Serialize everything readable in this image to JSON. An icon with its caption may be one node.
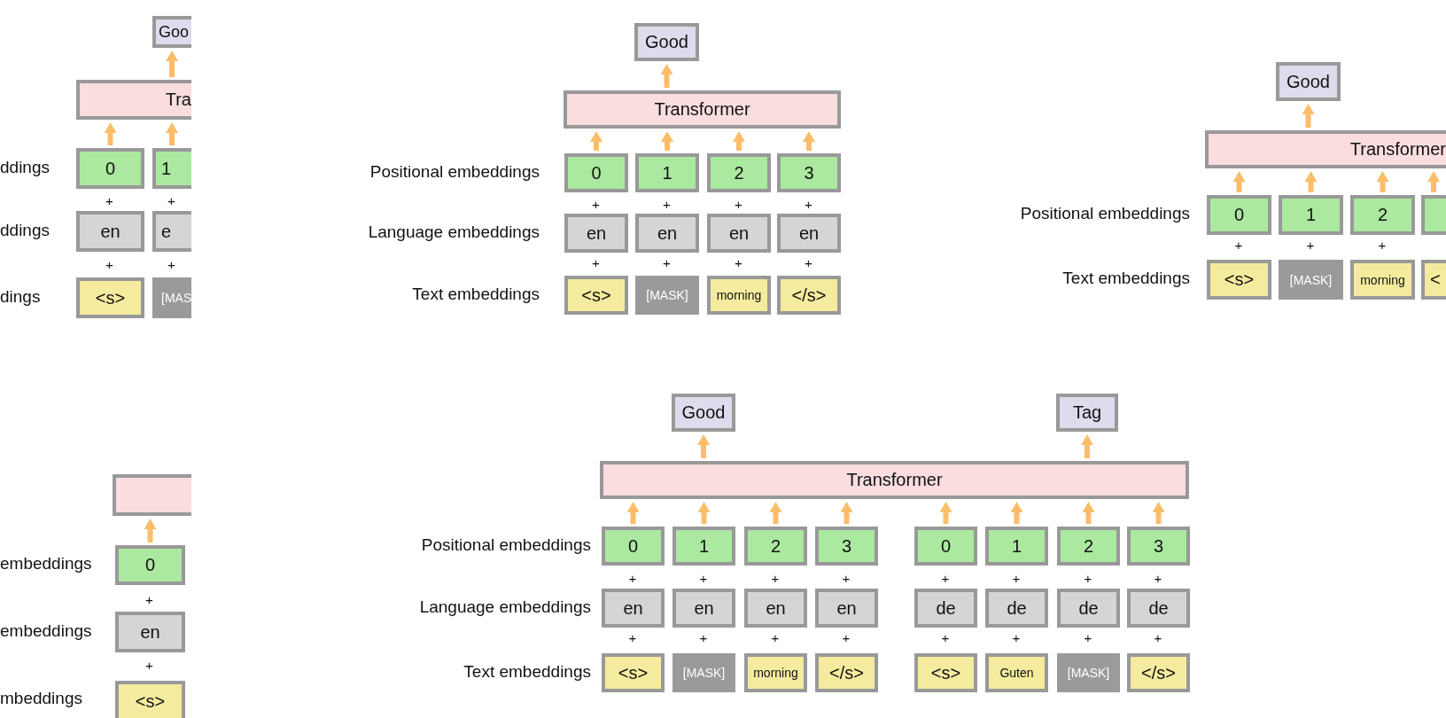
{
  "diagram": {
    "nodes": [
      {
        "text": [
          "Goo"
        ]
      },
      {
        "text": [
          "Tra"
        ]
      },
      {
        "text": [
          "0"
        ]
      },
      {
        "text": [
          "1"
        ]
      },
      {
        "text": [
          "en"
        ]
      },
      {
        "text": [
          "e"
        ]
      },
      {
        "text": [
          "<s>"
        ]
      },
      {
        "text": [
          "[MAS"
        ]
      },
      {
        "text": [
          "Good"
        ]
      },
      {
        "text": [
          "Transformer"
        ]
      },
      {
        "text": [
          "0"
        ]
      },
      {
        "text": [
          "1"
        ]
      },
      {
        "text": [
          "2"
        ]
      },
      {
        "text": [
          "3"
        ]
      },
      {
        "text": [
          "en"
        ]
      },
      {
        "text": [
          "en"
        ]
      },
      {
        "text": [
          "en"
        ]
      },
      {
        "text": [
          "en"
        ]
      },
      {
        "text": [
          "<s>"
        ]
      },
      {
        "text": [
          "[MASK]"
        ]
      },
      {
        "text": [
          "morning"
        ]
      },
      {
        "text": [
          "</s>"
        ]
      },
      {
        "text": [
          "Good"
        ]
      },
      {
        "text": [
          "Transformer"
        ]
      },
      {
        "text": [
          "0"
        ]
      },
      {
        "text": [
          "1"
        ]
      },
      {
        "text": [
          "2"
        ]
      },
      {
        "text": [],
        "shape": "box"
      },
      {
        "text": [
          "<s>"
        ]
      },
      {
        "text": [
          "[MASK]"
        ]
      },
      {
        "text": [
          "morning"
        ]
      },
      {
        "text": [
          "<"
        ]
      },
      {
        "text": [],
        "shape": "box"
      },
      {
        "text": [
          "0"
        ]
      },
      {
        "text": [
          "en"
        ]
      },
      {
        "text": [
          "<s>"
        ]
      },
      {
        "text": [
          "Good"
        ]
      },
      {
        "text": [
          "Tag"
        ]
      },
      {
        "text": [
          "Transformer"
        ]
      },
      {
        "text": [
          "0"
        ]
      },
      {
        "text": [
          "1"
        ]
      },
      {
        "text": [
          "2"
        ]
      },
      {
        "text": [
          "3"
        ]
      },
      {
        "text": [
          "0"
        ]
      },
      {
        "text": [
          "1"
        ]
      },
      {
        "text": [
          "2"
        ]
      },
      {
        "text": [
          "3"
        ]
      },
      {
        "text": [
          "en"
        ]
      },
      {
        "text": [
          "en"
        ]
      },
      {
        "text": [
          "en"
        ]
      },
      {
        "text": [
          "en"
        ]
      },
      {
        "text": [
          "de"
        ]
      },
      {
        "text": [
          "de"
        ]
      },
      {
        "text": [
          "de"
        ]
      },
      {
        "text": [
          "de"
        ]
      },
      {
        "text": [
          "<s>"
        ]
      },
      {
        "text": [
          "[MASK]"
        ]
      },
      {
        "text": [
          "morning"
        ]
      },
      {
        "text": [
          "</s>"
        ]
      },
      {
        "text": [
          "<s>"
        ]
      },
      {
        "text": [
          "Guten"
        ]
      },
      {
        "text": [
          "[MASK]"
        ]
      },
      {
        "text": [
          "</s>"
        ]
      }
    ],
    "edges": [
      {
        "from": 2,
        "to": 1,
        "arrow": "to"
      },
      {
        "from": 3,
        "to": 1,
        "arrow": "to"
      },
      {
        "from": 1,
        "to": 0,
        "arrow": "to"
      },
      {
        "from": 10,
        "to": 9,
        "arrow": "to"
      },
      {
        "from": 11,
        "to": 9,
        "arrow": "to"
      },
      {
        "from": 12,
        "to": 9,
        "arrow": "to"
      },
      {
        "from": 13,
        "to": 9,
        "arrow": "to"
      },
      {
        "from": 9,
        "to": 8,
        "arrow": "to"
      },
      {
        "from": 24,
        "to": 23,
        "arrow": "to"
      },
      {
        "from": 25,
        "to": 23,
        "arrow": "to"
      },
      {
        "from": 26,
        "to": 23,
        "arrow": "to"
      },
      {
        "from": 27,
        "to": 23,
        "arrow": "to"
      },
      {
        "from": 23,
        "to": 22,
        "arrow": "to"
      },
      {
        "from": 33,
        "to": 32,
        "arrow": "to"
      },
      {
        "from": 39,
        "to": 38,
        "arrow": "to"
      },
      {
        "from": 40,
        "to": 38,
        "arrow": "to"
      },
      {
        "from": 41,
        "to": 38,
        "arrow": "to"
      },
      {
        "from": 42,
        "to": 38,
        "arrow": "to"
      },
      {
        "from": 43,
        "to": 38,
        "arrow": "to"
      },
      {
        "from": 44,
        "to": 38,
        "arrow": "to"
      },
      {
        "from": 45,
        "to": 38,
        "arrow": "to"
      },
      {
        "from": 46,
        "to": 38,
        "arrow": "to"
      },
      {
        "from": 38,
        "to": 36,
        "arrow": "to"
      },
      {
        "from": 38,
        "to": 37,
        "arrow": "to"
      }
    ],
    "labels": [
      "ddings",
      "+",
      "+",
      "ddings",
      "+",
      "+",
      "dings",
      "Positional embeddings",
      "+",
      "+",
      "+",
      "+",
      "Language embeddings",
      "+",
      "+",
      "+",
      "+",
      "Text embeddings",
      "Positional embeddings",
      "+",
      "+",
      "+",
      "Text embeddings",
      "embeddings",
      "+",
      "embeddings",
      "+",
      "mbeddings",
      "Positional embeddings",
      "+",
      "+",
      "+",
      "+",
      "+",
      "+",
      "+",
      "+",
      "Language embeddings",
      "+",
      "+",
      "+",
      "+",
      "+",
      "+",
      "+",
      "+",
      "Text embeddings"
    ]
  }
}
